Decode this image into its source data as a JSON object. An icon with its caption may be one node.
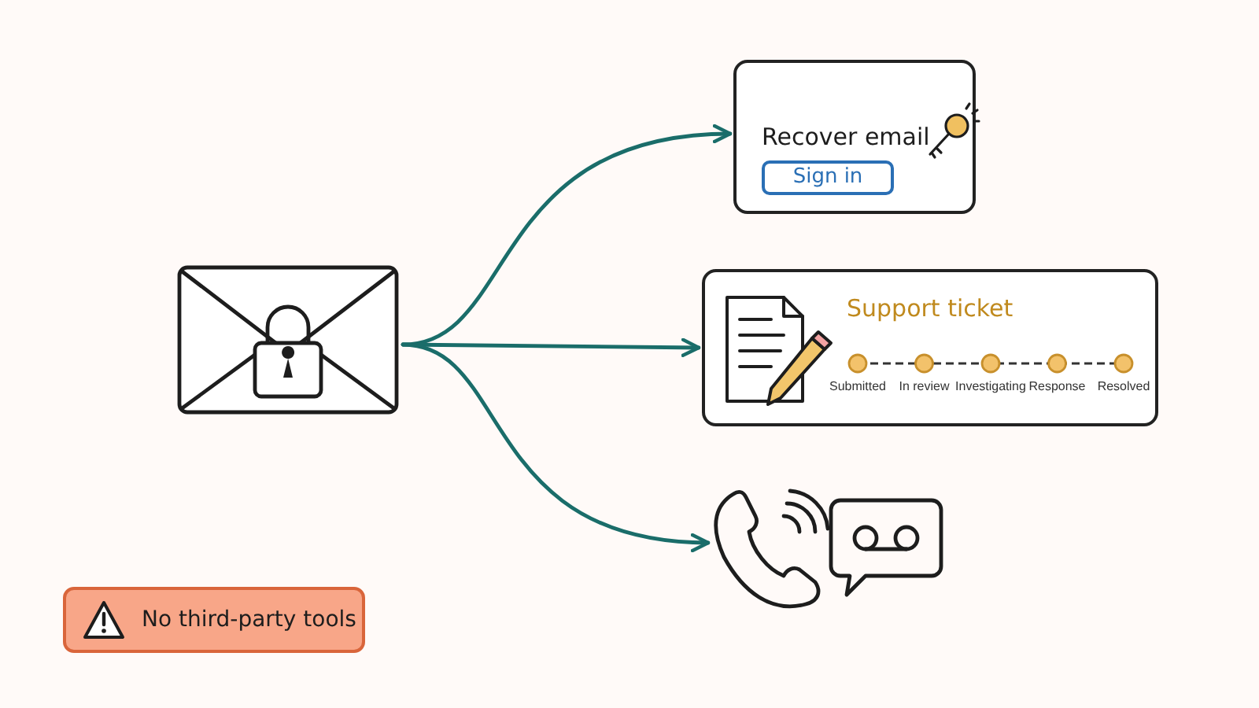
{
  "diagram": {
    "nodes": [
      {
        "text": [],
        "shape": "picture"
      },
      {
        "text": [
          "Recover email",
          "Sign in"
        ]
      },
      {
        "text": [
          "Support ticket",
          "Submitted",
          "In review",
          "Investigating",
          "Response",
          "Resolved"
        ]
      },
      {
        "text": [],
        "shape": "picture"
      },
      {
        "text": [
          "No third-party tools"
        ]
      }
    ],
    "edges": [
      {
        "from": 0,
        "to": 1,
        "arrow": "to"
      },
      {
        "from": 0,
        "to": 2,
        "arrow": "to"
      },
      {
        "from": 0,
        "to": 3,
        "arrow": "to"
      }
    ]
  }
}
